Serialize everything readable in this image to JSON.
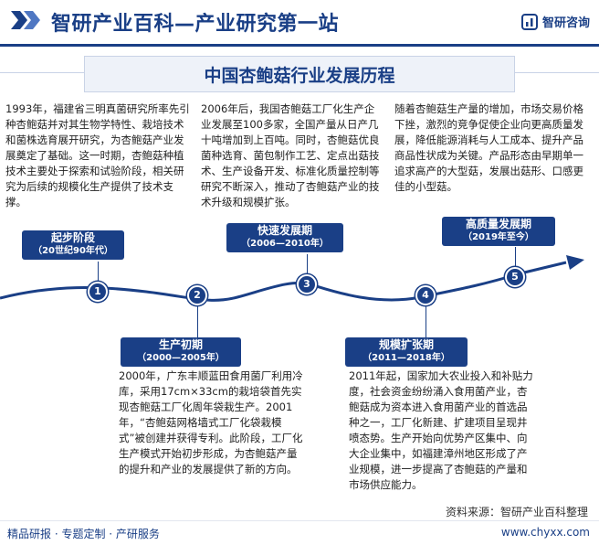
{
  "header": {
    "site_title": "智研产业百科—产业研究第一站",
    "brand_name": "智研咨询"
  },
  "banner": {
    "title": "中国杏鲍菇行业发展历程"
  },
  "stages": [
    {
      "number": "1",
      "title": "起步阶段",
      "period": "（20世纪90年代）",
      "description": "1993年，福建省三明真菌研究所率先引种杏鲍菇并对其生物学特性、栽培技术和菌株选育展开研究，为杏鲍菇产业发展奠定了基础。这一时期，杏鲍菇种植技术主要处于探索和试验阶段，相关研究为后续的规模化生产提供了技术支撑。"
    },
    {
      "number": "2",
      "title": "生产初期",
      "period": "（2000—2005年）",
      "description": "2000年，广东丰顺蓝田食用菌厂利用冷库，采用17cm×33cm的栽培袋首先实现杏鲍菇工厂化周年袋栽生产。2001年，“杏鲍菇网格墙式工厂化袋栽模式”被创建并获得专利。此阶段，工厂化生产模式开始初步形成，为杏鲍菇产量的提升和产业的发展提供了新的方向。"
    },
    {
      "number": "3",
      "title": "快速发展期",
      "period": "（2006—2010年）",
      "description": "2006年后，我国杏鲍菇工厂化生产企业发展至100多家，全国产量从日产几十吨增加到上百吨。同时，杏鲍菇优良菌种选育、菌包制作工艺、定点出菇技术、生产设备开发、标准化质量控制等研究不断深入，推动了杏鲍菇产业的技术升级和规模扩张。"
    },
    {
      "number": "4",
      "title": "规模扩张期",
      "period": "（2011—2018年）",
      "description": "2011年起，国家加大农业投入和补贴力度，社会资金纷纷涌入食用菌产业，杏鲍菇成为资本进入食用菌产业的首选品种之一，工厂化新建、扩建项目呈现井喷态势。生产开始向优势产区集中、向大企业集中，如福建漳州地区形成了产业规模，进一步提高了杏鲍菇的产量和市场供应能力。"
    },
    {
      "number": "5",
      "title": "高质量发展期",
      "period": "（2019年至今）",
      "description": "随着杏鲍菇生产量的增加，市场交易价格下挫，激烈的竞争促使企业向更高质量发展，降低能源消耗与人工成本、提升产品商品性状成为关键。产品形态由早期单一追求高产的大型菇，发展出菇形、口感更佳的小型菇。"
    }
  ],
  "source": "资料来源：智研产业百科整理",
  "footer": {
    "left": "精品研报 · 专题定制 · 产研服务",
    "right": "www.chyxx.com"
  },
  "colors": {
    "primary": "#1a3f86",
    "banner_bg": "#eef2f9",
    "text": "#222222"
  }
}
